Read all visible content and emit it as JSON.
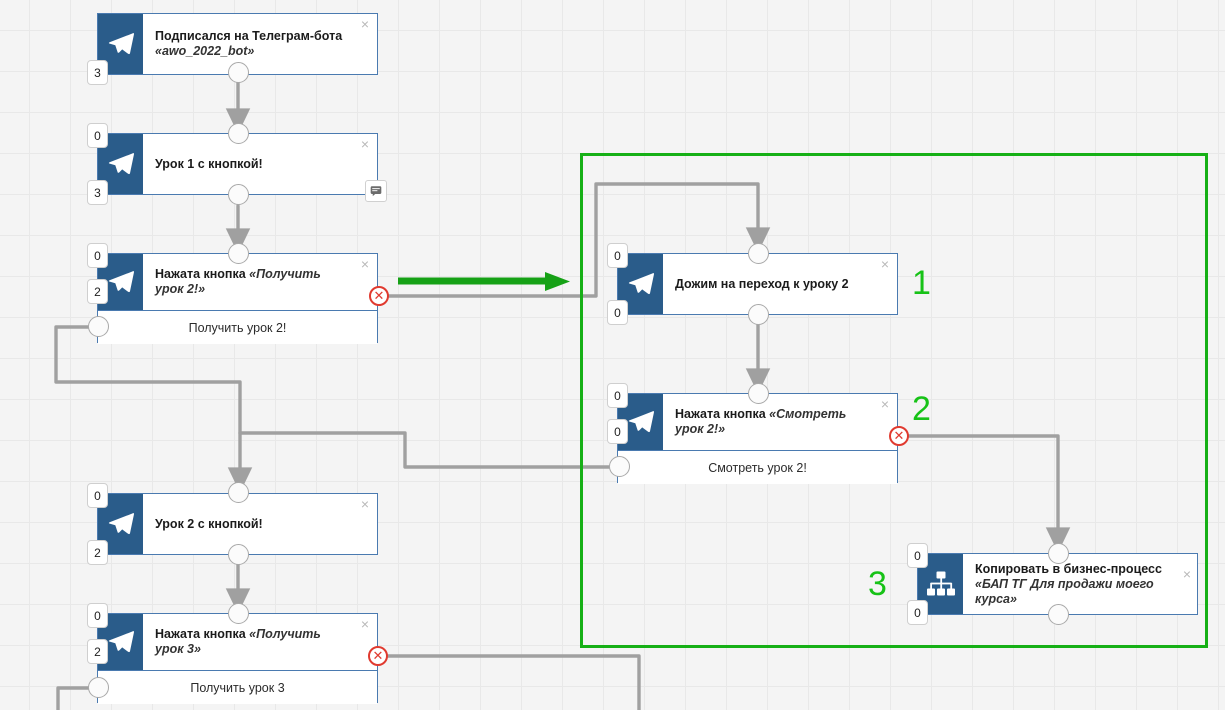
{
  "app": {
    "type": "flow-diagram-editor",
    "canvas_background": "#f4f4f4",
    "grid_color": "#e8e8e8",
    "accent_node_color": "#2a5c8a",
    "node_border_color": "#4a7ab0",
    "annotation_color": "#16b016",
    "error_marker_color": "#e03a2f",
    "connector_color": "#a0a0a0"
  },
  "nodes": [
    {
      "id": "n1",
      "icon": "telegram-icon",
      "title": "Подписался на Телеграм-бота",
      "subtitle": "«awo_2022_bot»",
      "in_count": "",
      "out_count": "3",
      "close_label": "×",
      "button_label": ""
    },
    {
      "id": "n2",
      "icon": "telegram-icon",
      "title": "Урок 1 с кнопкой!",
      "subtitle": "",
      "in_count": "0",
      "out_count": "3",
      "close_label": "×",
      "button_label": "",
      "has_comment_icon": true,
      "comment_icon": "comment-icon"
    },
    {
      "id": "n3",
      "icon": "telegram-icon",
      "title": "Нажата кнопка ",
      "subtitle": "«Получить урок 2!»",
      "in_count": "0",
      "out_count": "2",
      "close_label": "×",
      "button_label": "Получить урок 2!",
      "has_error": true,
      "error_label": "✕"
    },
    {
      "id": "n4",
      "icon": "telegram-icon",
      "title": "Урок 2 с кнопкой!",
      "subtitle": "",
      "in_count": "0",
      "out_count": "2",
      "close_label": "×",
      "button_label": ""
    },
    {
      "id": "n5",
      "icon": "telegram-icon",
      "title": "Нажата кнопка ",
      "subtitle": "«Получить урок 3»",
      "in_count": "0",
      "out_count": "2",
      "close_label": "×",
      "button_label": "Получить урок 3",
      "has_error": true,
      "error_label": "✕"
    },
    {
      "id": "n6",
      "icon": "telegram-icon",
      "title": "Дожим на переход к уроку 2",
      "subtitle": "",
      "in_count": "0",
      "out_count": "0",
      "close_label": "×",
      "button_label": ""
    },
    {
      "id": "n7",
      "icon": "telegram-icon",
      "title": "Нажата кнопка ",
      "subtitle": "«Смотреть урок 2!»",
      "in_count": "0",
      "out_count": "0",
      "close_label": "×",
      "button_label": "Смотреть урок 2!",
      "has_error": true,
      "error_label": "✕"
    },
    {
      "id": "n8",
      "icon": "business-process-icon",
      "title": "Копировать в бизнес-процесс ",
      "subtitle": "«БАП ТГ Для продажи моего курса»",
      "in_count": "0",
      "out_count": "0",
      "close_label": "×",
      "button_label": ""
    }
  ],
  "annotations": {
    "group_box": {
      "label": "",
      "color": "#16b016"
    },
    "numbers": [
      {
        "value": "1",
        "color": "#17c217"
      },
      {
        "value": "2",
        "color": "#17c217"
      },
      {
        "value": "3",
        "color": "#17c217"
      }
    ],
    "arrow": {
      "name": "green-arrow",
      "color": "#16a116"
    }
  }
}
